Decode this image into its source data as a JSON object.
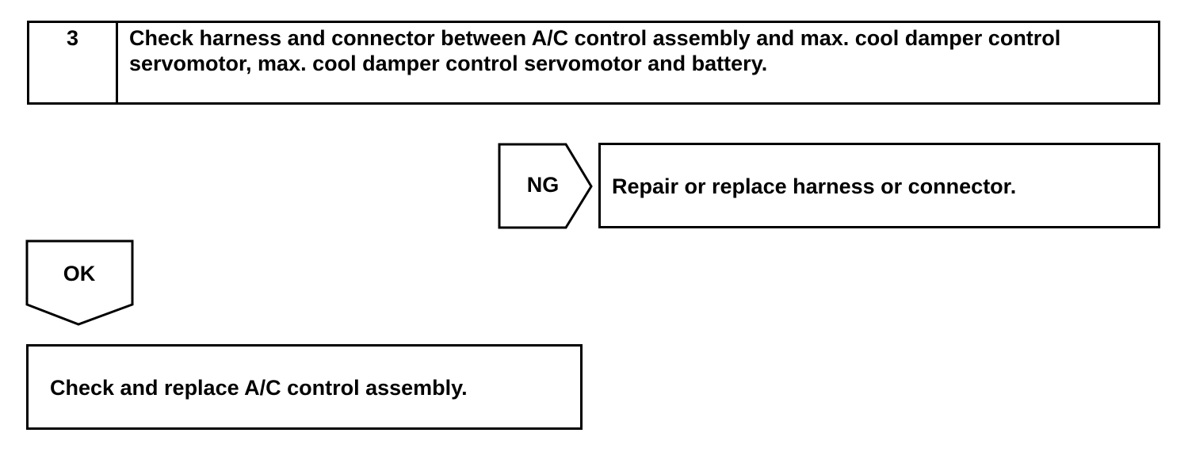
{
  "step": {
    "number": "3",
    "text": "Check harness and connector between A/C control assembly and max. cool damper control servomotor, max. cool damper control servomotor and battery."
  },
  "ng_branch": {
    "label": "NG",
    "action": "Repair or replace harness or connector."
  },
  "ok_branch": {
    "label": "OK",
    "action": "Check and replace A/C control assembly."
  }
}
